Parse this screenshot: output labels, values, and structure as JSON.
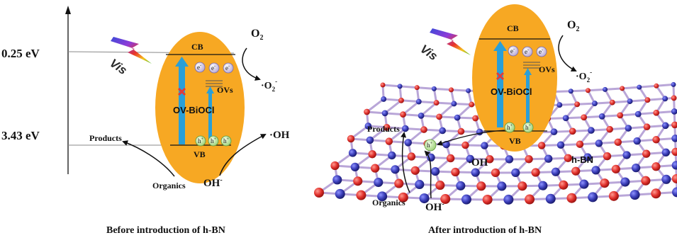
{
  "left_panel": {
    "energy_top": "0.25 eV",
    "energy_bottom": "3.43 eV",
    "cb": "CB",
    "vb": "VB",
    "catalyst": "OV-BiOCl",
    "ovs": "OVs",
    "vis": "Vis",
    "products": "Products",
    "organics": "Organics",
    "oh_minus_main": "OH",
    "oh_radical": "·OH",
    "o2_main": "O",
    "o2_sub": "2",
    "superoxide": "·O",
    "superoxide_sub": "2",
    "superoxide_sup": "-",
    "electron": "e",
    "electron_sup": "-",
    "hole": "h",
    "hole_sup": "+",
    "minus_sup": "-"
  },
  "right_panel": {
    "cb": "CB",
    "vb": "VB",
    "catalyst": "OV-BiOCl",
    "ovs": "OVs",
    "vis": "Vis",
    "products": "Products",
    "organics": "Organics",
    "oh_minus_main": "OH",
    "oh_radical": "·OH",
    "o2_main": "O",
    "o2_sub": "2",
    "superoxide": "·O",
    "superoxide_sub": "2",
    "superoxide_sup": "-",
    "hbn": "h-BN",
    "electron": "e",
    "electron_sup": "-",
    "hole": "h",
    "hole_sup": "+",
    "minus_sup": "-"
  },
  "captions": {
    "left": "Before introduction of h-BN",
    "right": "After introduction of h-BN"
  },
  "colors": {
    "ellipse": "#f7a823",
    "band_arrow": "#2a9fd8",
    "cross": "#e03c3c",
    "electron_fill": "#d9d0ea",
    "hole_fill": "#c9e7b0",
    "lattice_red": "#e0302c",
    "lattice_blue": "#3a3db8",
    "lattice_bond": "#b9a6d8"
  }
}
